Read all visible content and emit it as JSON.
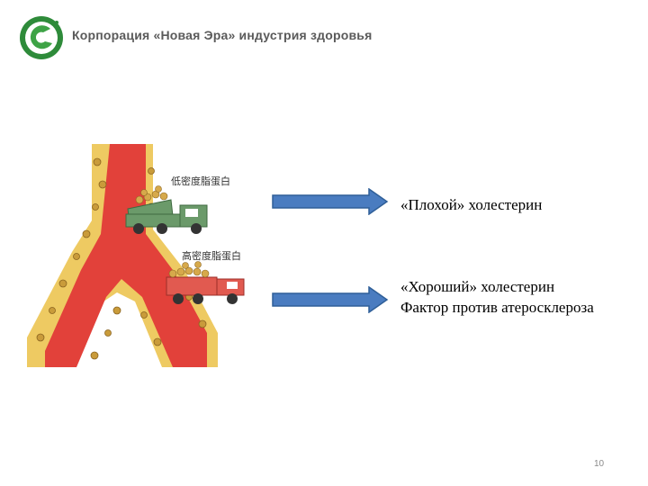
{
  "header": {
    "company": "Корпорация «Новая Эра» индустрия здоровья"
  },
  "diagram": {
    "ldl_chinese": "低密度脂蛋白",
    "hdl_chinese": "高密度脂蛋白"
  },
  "labels": {
    "bad_cholesterol": "«Плохой» холестерин",
    "good_cholesterol": "«Хороший» холестерин",
    "anti_atherosclerosis": "Фактор против атеросклероза"
  },
  "footer": {
    "page_number": "10"
  },
  "colors": {
    "arrow_fill": "#4a7cc0",
    "arrow_stroke": "#2f5f98",
    "artery_red": "#e2413a",
    "fat_yellow": "#eeca62",
    "logo_green": "#2e8b3a"
  }
}
